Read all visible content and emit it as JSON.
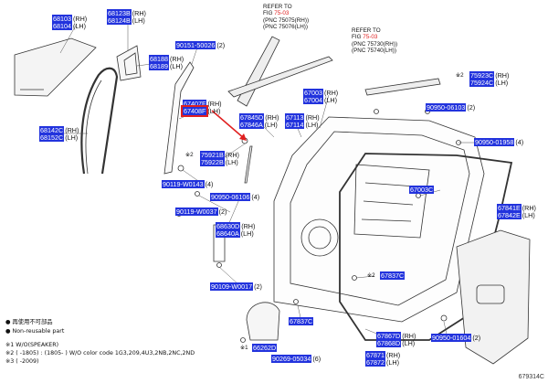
{
  "colors": {
    "part_code_bg": "#2233dd",
    "part_code_text": "#ffffff",
    "reference_fig": "#e02020",
    "highlight": "#e02020"
  },
  "parts": {
    "p68103": {
      "code": "68103",
      "side": "(RH)"
    },
    "p68104": {
      "code": "68104",
      "side": "(LH)"
    },
    "p68123": {
      "code": "68123B",
      "side": "(RH)"
    },
    "p68124": {
      "code": "68124B",
      "side": "(LH)"
    },
    "p68188": {
      "code": "68188",
      "side": "(RH)"
    },
    "p68189": {
      "code": "68189",
      "side": "(LH)"
    },
    "p68142": {
      "code": "68142C",
      "side": "(RH)"
    },
    "p68152": {
      "code": "68152C",
      "side": "(LH)"
    },
    "p90151": {
      "code": "90151-50026",
      "side": "(2)"
    },
    "p67407": {
      "code": "67407F",
      "side": "(RH)"
    },
    "p67408": {
      "code": "67408F",
      "side": "(LH)"
    },
    "p75921": {
      "code": "75921B",
      "side": "(RH)"
    },
    "p75922": {
      "code": "75922B",
      "side": "(LH)"
    },
    "p90119a": {
      "code": "90119-W0143",
      "side": "(4)"
    },
    "p67845": {
      "code": "67845D",
      "side": "(RH)"
    },
    "p67846": {
      "code": "67846A",
      "side": "(LH)"
    },
    "p67003": {
      "code": "67003",
      "side": "(RH)"
    },
    "p67004": {
      "code": "67004",
      "side": "(LH)"
    },
    "p67113": {
      "code": "67113",
      "side": "(RH)"
    },
    "p67114": {
      "code": "67114",
      "side": "(LH)"
    },
    "p75923": {
      "code": "75923C",
      "side": "(RH)"
    },
    "p75924": {
      "code": "75924C",
      "side": "(LH)"
    },
    "p90950a": {
      "code": "90950-06103",
      "side": "(2)"
    },
    "p90950b": {
      "code": "90950-01958",
      "side": "(4)"
    },
    "p90950c": {
      "code": "90950-06106",
      "side": "(4)"
    },
    "p67003c": {
      "code": "67003C",
      "side": ""
    },
    "p90119b": {
      "code": "90119-W0037",
      "side": "(2)"
    },
    "p68630": {
      "code": "68630D",
      "side": "(RH)"
    },
    "p68640": {
      "code": "68640A",
      "side": "(LH)"
    },
    "p67841": {
      "code": "67841E",
      "side": "(RH)"
    },
    "p67842": {
      "code": "67842E",
      "side": "(LH)"
    },
    "p90109": {
      "code": "90109-W0017",
      "side": "(2)"
    },
    "p67837c": {
      "code": "67837C",
      "side": ""
    },
    "p67837c2": {
      "code": "67837C",
      "side": ""
    },
    "p67867": {
      "code": "67867D",
      "side": "(RH)"
    },
    "p67868": {
      "code": "67868D",
      "side": "(LH)"
    },
    "p90950d": {
      "code": "90950-01604",
      "side": "(2)"
    },
    "p66262": {
      "code": "66262D",
      "side": ""
    },
    "p90269": {
      "code": "90269-05034",
      "side": "(6)"
    },
    "p67871": {
      "code": "67871",
      "side": "(RH)"
    },
    "p67872": {
      "code": "67872",
      "side": "(LH)"
    }
  },
  "references": {
    "ref1": {
      "line1": "REFER TO",
      "line2": "FIG ",
      "fig": "75-03",
      "line3": "(PNC 75075(RH))",
      "line4": "(PNC 75076(LH))"
    },
    "ref2": {
      "line1": "REFER TO",
      "line2": "FIG ",
      "fig": "75-03",
      "line3": "(PNC 75730(RH))",
      "line4": "(PNC 75740(LH))"
    }
  },
  "marks": {
    "note2": "※2",
    "note1": "※1"
  },
  "legend": {
    "item1": "● 再使用不可部品",
    "item2": "● Non-reusable part",
    "item3": "※1 W/O(SPEAKER)",
    "item4": "※2 (     -1805) : (1805-     ) W/O color code 1G3,209,4U3,2NB,2NC,2ND",
    "item5": "※3 (     -2009)"
  },
  "sheet_number": "679314C"
}
